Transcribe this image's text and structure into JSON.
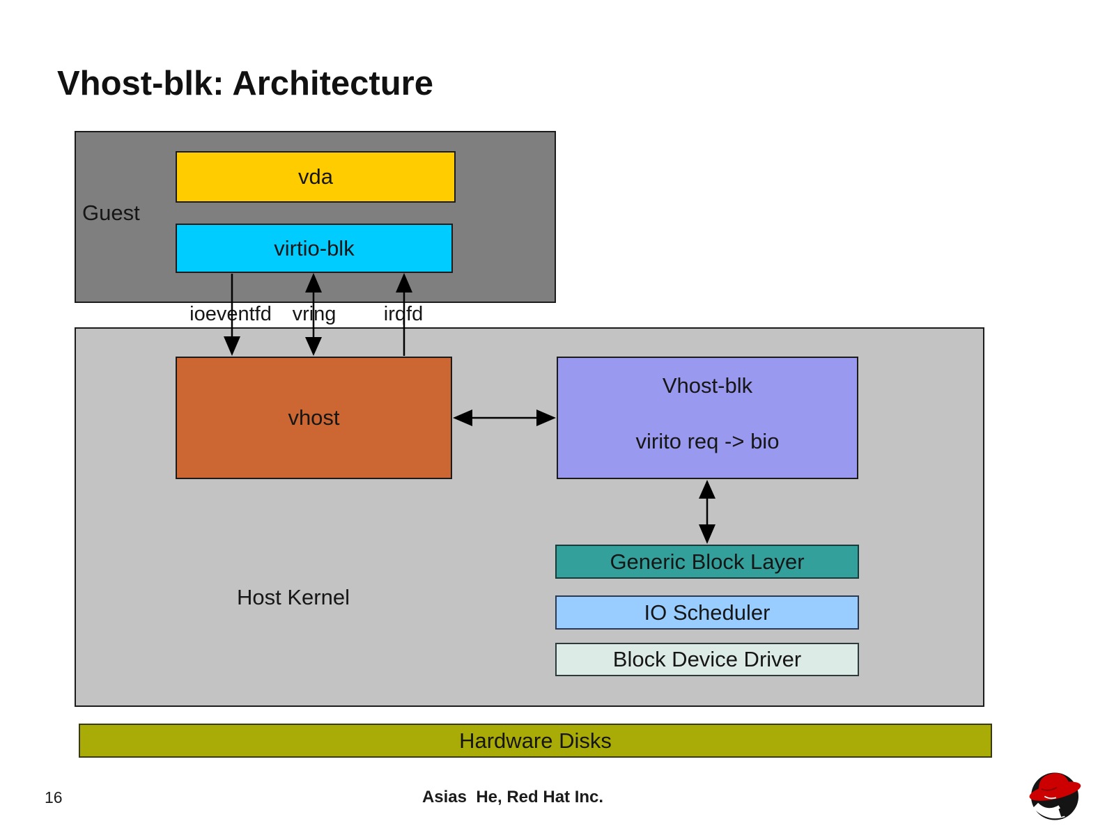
{
  "slide": {
    "title": "Vhost-blk: Architecture",
    "page_number": "16",
    "credit": "Asias  He, Red Hat Inc."
  },
  "diagram": {
    "guest": {
      "label": "Guest",
      "vda_label": "vda",
      "virtio_blk_label": "virtio-blk"
    },
    "channel_labels": {
      "ioeventfd": "ioeventfd",
      "vring": "vring",
      "irqfd": "irqfd"
    },
    "host_kernel": {
      "label": "Host Kernel",
      "vhost_label": "vhost",
      "vhost_blk_title": "Vhost-blk",
      "vhost_blk_subtitle": "virito req -> bio",
      "generic_block_layer_label": "Generic Block Layer",
      "io_scheduler_label": "IO Scheduler",
      "block_device_driver_label": "Block Device Driver"
    },
    "hardware_disks_label": "Hardware Disks",
    "colors": {
      "guest_bg": "#7f7f7f",
      "vda_bg": "#ffcc00",
      "virtio_blk_bg": "#00ccff",
      "host_kernel_bg": "#c3c3c3",
      "vhost_bg": "#cc6633",
      "vhost_blk_bg": "#9999ef",
      "generic_block_layer_bg": "#33a09b",
      "io_scheduler_bg": "#99ccff",
      "block_device_driver_bg": "#dcebe5",
      "hardware_disks_bg": "#a9ab07",
      "arrow_color": "#000000",
      "logo_red": "#cc0000"
    }
  }
}
